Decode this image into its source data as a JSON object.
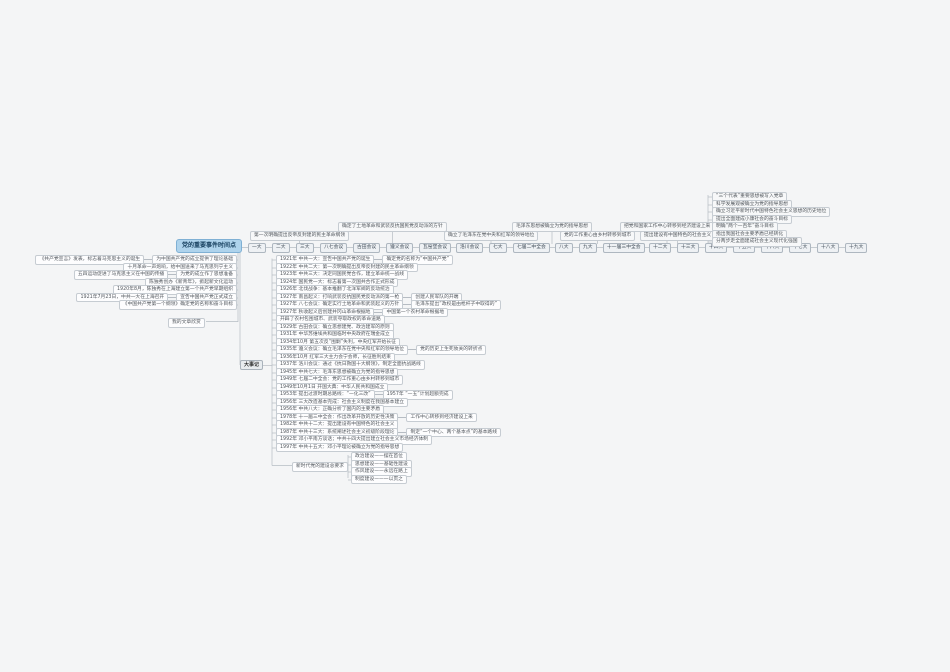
{
  "root": {
    "label": "党的重要事件时间点"
  },
  "side_topic": {
    "label": "我的文章欣赏"
  },
  "chain": [
    "一大",
    "二大",
    "三大",
    "八七会议",
    "古田会议",
    "遵义会议",
    "瓦窑堡会议",
    "洛川会议",
    "七大",
    "七届二中全会",
    "八大",
    "九大",
    "十一届三中全会",
    "十二大",
    "十三大",
    "十四大",
    "十五大",
    "十六大",
    "十七大",
    "十八大",
    "十九大"
  ],
  "notes": [
    "第一次明确提出反帝反封建的民主革命纲领",
    "确定了土地革命和武装反抗国民党反动派的方针",
    "确立了毛泽东在党中央和红军的领导地位",
    "毛泽东思想被确立为党的指导思想",
    "党的工作重心由乡村转移到城市",
    "把党和国家工作中心转移到经济建设上来",
    "提出建设有中国特色的社会主义"
  ],
  "milestones": [
    "“三个代表”重要思想被写入党章",
    "科学发展观被确立为党的指导思想",
    "确立习近平新时代中国特色社会主义思想的历史地位",
    "提出全面建成小康社会的奋斗目标",
    "明确“两个一百年”奋斗目标",
    "指出我国社会主要矛盾已经转化",
    "分两步走全面建成社会主义现代化强国"
  ],
  "founding": {
    "rows": [
      {
        "main": "《共产党宣言》发表，标志着马克思主义的诞生",
        "sub": "为中国共产党的成立提供了理论基础"
      },
      {
        "main": "十月革命一声炮响，给中国送来了马克思列宁主义"
      },
      {
        "main": "五四运动促进了马克思主义在中国的传播",
        "sub": "为党的成立作了思想准备"
      },
      {
        "main": "陈独秀创办《新青年》，掀起新文化运动"
      },
      {
        "main": "1920年8月，陈独秀在上海建立第一个共产党早期组织"
      },
      {
        "main": "1921年7月23日，中共一大在上海召开",
        "sub": "宣告中国共产党正式成立"
      },
      {
        "main": "《中国共产党第一个纲领》确定党的名称和奋斗目标"
      }
    ]
  },
  "events": {
    "title": "大事记",
    "rows": [
      {
        "main": "1921年 中共一大：宣告中国共产党的诞生",
        "sub": "确定党的名称为“中国共产党”"
      },
      {
        "main": "1922年 中共二大：第一次明确提出反帝反封建的民主革命纲领"
      },
      {
        "main": "1923年 中共三大：决定同国民党合作，建立革命统一战线"
      },
      {
        "main": "1924年 国民党一大：标志着第一次国共合作正式形成"
      },
      {
        "main": "1926年 北伐战争：基本推翻了北洋军阀的反动统治"
      },
      {
        "main": "1927年 南昌起义：打响武装反抗国民党反动派的第一枪",
        "sub": "创建人民军队的开端"
      },
      {
        "main": "1927年 八七会议：确定实行土地革命和武装起义的方针",
        "sub": "毛泽东提出“政权是由枪杆子中取得的”"
      },
      {
        "main": "1927年 秋收起义后创建井冈山革命根据地",
        "sub": "中国第一个农村革命根据地"
      },
      {
        "main": "开辟了农村包围城市、武装夺取政权的革命道路"
      },
      {
        "main": "1929年 古田会议：确立思想建党、政治建军的原则"
      },
      {
        "main": "1931年 中华苏维埃共和国临时中央政府在瑞金成立"
      },
      {
        "main": "1934年10月 第五次反“围剿”失利，中央红军开始长征"
      },
      {
        "main": "1935年 遵义会议：确立毛泽东在党中央和红军的领导地位",
        "sub": "党的历史上生死攸关的转折点"
      },
      {
        "main": "1936年10月 红军三大主力会宁会师，长征胜利结束"
      },
      {
        "main": "1937年 洛川会议：通过《抗日救国十大纲领》，制定全面抗战路线"
      },
      {
        "main": "1945年 中共七大：毛泽东思想被确立为党的指导思想"
      },
      {
        "main": "1949年 七届二中全会：党的工作重心由乡村转移到城市"
      },
      {
        "main": "1949年10月1日 开国大典：中华人民共和国成立"
      },
      {
        "main": "1953年 提出过渡时期总路线：“一化三改”",
        "sub": "1957年 “一五”计划超额完成"
      },
      {
        "main": "1956年 三大改造基本完成：社会主义制度在我国基本建立"
      },
      {
        "main": "1956年 中共八大：正确分析了国内的主要矛盾"
      },
      {
        "main": "1978年 十一届三中全会：作出改革开放的历史性决策",
        "sub": "工作中心转移到经济建设上来"
      },
      {
        "main": "1982年 中共十二大：提出建设有中国特色的社会主义"
      },
      {
        "main": "1987年 中共十三大：系统阐述社会主义初级阶段理论",
        "sub": "制定“一个中心、两个基本点”的基本路线"
      },
      {
        "main": "1992年 邓小平南方谈话；中共十四大提出建立社会主义市场经济体制"
      },
      {
        "main": "1997年 中共十五大：邓小平理论被确立为党的指导思想"
      }
    ]
  },
  "party_building": {
    "title": "新时代党的建设总要求",
    "items": [
      "政治建设——摆在首位",
      "思想建设——基础性建设",
      "作风建设——永远在路上",
      "制度建设——一以贯之"
    ]
  }
}
